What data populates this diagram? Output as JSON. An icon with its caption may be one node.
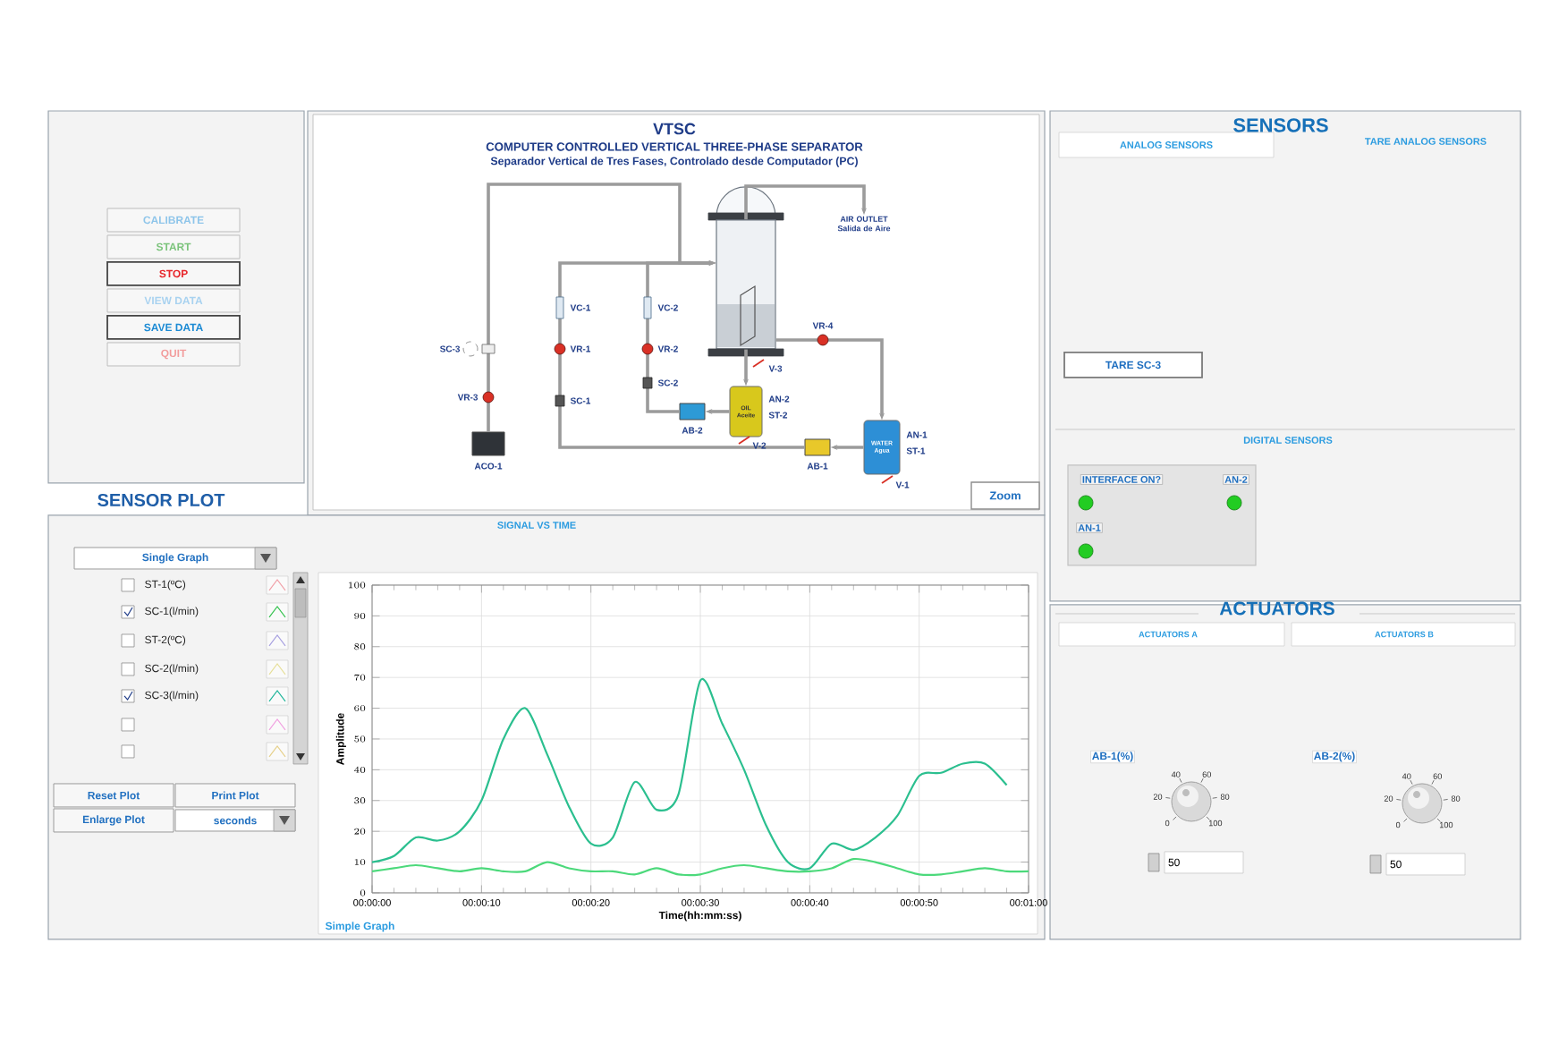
{
  "diagram": {
    "title": "VTSC",
    "nodes": [
      {
        "text": [],
        "shape": "cylinder"
      },
      {
        "text": [
          "OIL Aceite"
        ],
        "beside": [
          "AN-2",
          "ST-2"
        ]
      },
      {
        "text": [
          "WATER Agua"
        ],
        "beside": [
          "AN-1",
          "ST-1"
        ]
      },
      {
        "text": [],
        "shape": "box",
        "beside": [
          "AB-2"
        ]
      },
      {
        "text": [],
        "shape": "box",
        "beside": [
          "AB-1"
        ]
      },
      {
        "text": [],
        "shape": "box",
        "beside": [
          "ACO-1"
        ]
      },
      {
        "text": [
          "AIR OUTLET Salida de Aire"
        ]
      },
      {
        "text": [
          "CALIBRATE"
        ]
      },
      {
        "text": [
          "START"
        ]
      },
      {
        "text": [
          "STOP"
        ]
      },
      {
        "text": [
          "VIEW DATA"
        ]
      },
      {
        "text": [
          "SAVE DATA"
        ]
      },
      {
        "text": [
          "QUIT"
        ]
      },
      {
        "text": [
          "Zoom"
        ]
      },
      {
        "text": [
          "Single Graph"
        ]
      },
      {
        "text": [
          "Reset Plot"
        ]
      },
      {
        "text": [
          "Print Plot"
        ]
      },
      {
        "text": [
          "Enlarge Plot"
        ]
      },
      {
        "text": [
          "seconds"
        ]
      },
      {
        "text": [
          "TARE SC-3"
        ]
      },
      {
        "text": [
          "INTERFACE ON?",
          "AN-2",
          "AN-1"
        ]
      },
      {
        "text": [
          "50"
        ]
      },
      {
        "text": [
          "50"
        ]
      }
    ],
    "edges": [
      {
        "from": 5,
        "to": 0,
        "arrow": "to"
      },
      {
        "from": 0,
        "to": 6,
        "arrow": "to"
      },
      {
        "from": 0,
        "to": 1,
        "arrow": "to"
      },
      {
        "from": 0,
        "to": 2,
        "arrow": "to"
      },
      {
        "from": 2,
        "to": 4,
        "arrow": "to"
      },
      {
        "from": 4,
        "to": 0,
        "arrow": "to"
      },
      {
        "from": 1,
        "to": 3,
        "arrow": "to"
      },
      {
        "from": 3,
        "to": 0,
        "arrow": "to"
      }
    ],
    "labels": [
      "COMPUTER CONTROLLED VERTICAL THREE-PHASE SEPARATOR",
      "Separador Vertical de Tres Fases, Controlado desde Computador (PC)",
      "SC-3",
      "VR-3",
      "VC-1",
      "VR-1",
      "SC-1",
      "VC-2",
      "VR-2",
      "SC-2",
      "VR-4",
      "V-3",
      "V-2",
      "V-1",
      "SENSOR PLOT",
      "SENSORS",
      "ANALOG SENSORS",
      "TARE ANALOG SENSORS",
      "DIGITAL SENSORS",
      "ST-1(ºC)",
      "SC-1(l/min)",
      "ST-2(ºC)",
      "SC-2(l/min)",
      "SC-3(l/min)",
      "Simple Graph",
      "ACTUATORS",
      "ACTUATORS A",
      "ACTUATORS B",
      "AB-1(%)",
      "0",
      "20",
      "40",
      "60",
      "80",
      "100",
      "AB-2(%)",
      "0",
      "20",
      "40",
      "60",
      "80",
      "100"
    ],
    "chart_data": {
      "type": "line",
      "title": "SIGNAL VS TIME",
      "xlabel": "Time(hh:mm:ss)",
      "ylabel": "Amplitude",
      "x": [
        0,
        2,
        4,
        6,
        8,
        10,
        12,
        14,
        16,
        18,
        20,
        22,
        24,
        26,
        28,
        30,
        32,
        34,
        36,
        38,
        40,
        42,
        44,
        46,
        48,
        50,
        52,
        54,
        56,
        58,
        60
      ],
      "series": [
        {
          "color": "#2bbf8f",
          "values": [
            10,
            12,
            18,
            17,
            20,
            30,
            50,
            60,
            45,
            28,
            16,
            18,
            36,
            27,
            32,
            69,
            55,
            40,
            22,
            10,
            8,
            16,
            14,
            18,
            25,
            38,
            39,
            42,
            42,
            35,
            null
          ]
        },
        {
          "color": "#4cd97b",
          "values": [
            7,
            8,
            9,
            8,
            7,
            8,
            7,
            7,
            10,
            8,
            7,
            7,
            6,
            8,
            6,
            6,
            8,
            9,
            8,
            7,
            7,
            8,
            11,
            10,
            8,
            6,
            6,
            7,
            8,
            7,
            7
          ]
        }
      ],
      "xlim": [
        0,
        60
      ],
      "ylim": [
        0,
        100
      ],
      "grid": true,
      "xticks": [
        {
          "value": 0,
          "label": "00:00:00"
        },
        {
          "value": 10,
          "label": "00:00:10"
        },
        {
          "value": 20,
          "label": "00:00:20"
        },
        {
          "value": 30,
          "label": "00:00:30"
        },
        {
          "value": 40,
          "label": "00:00:40"
        },
        {
          "value": 50,
          "label": "00:00:50"
        },
        {
          "value": 60,
          "label": "00:01:00"
        }
      ],
      "yticks": [
        0,
        10,
        20,
        30,
        40,
        50,
        60,
        70,
        80,
        90,
        100
      ]
    }
  }
}
